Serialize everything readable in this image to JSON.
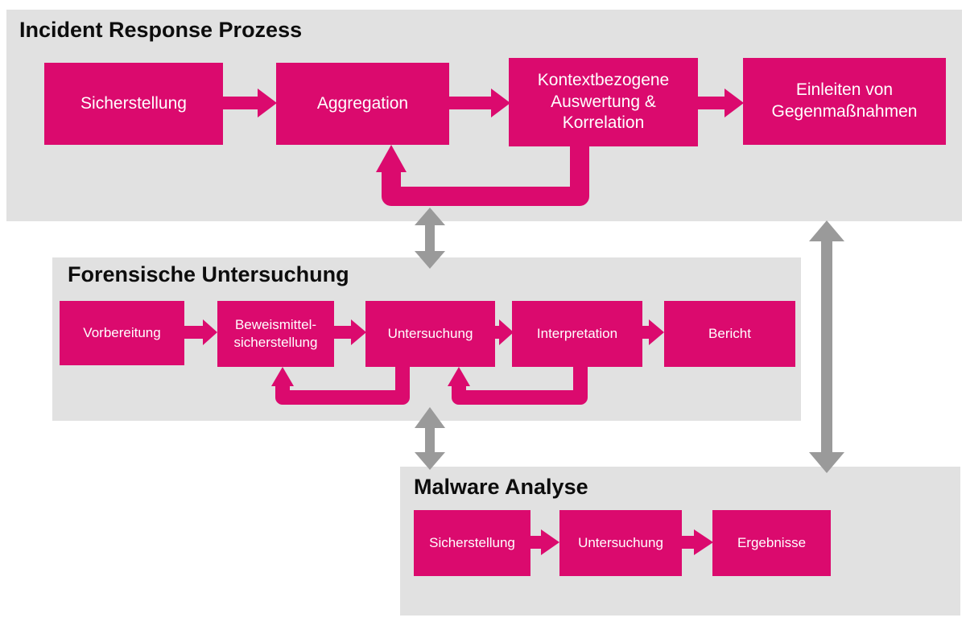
{
  "colors": {
    "box": "#db0a6e",
    "panel": "#e1e1e1",
    "connector": "#9a9a9a",
    "title_text": "#0d0d0d",
    "box_text": "#ffffff"
  },
  "incident_response": {
    "title": "Incident Response Prozess",
    "steps": [
      "Sicherstellung",
      "Aggregation",
      "Kontextbezogene\nAuswertung &\nKorrelation",
      "Einleiten von\nGegenmaßnahmen"
    ]
  },
  "forensic": {
    "title": "Forensische Untersuchung",
    "steps": [
      "Vorbereitung",
      "Beweismittel-\nsicherstellung",
      "Untersuchung",
      "Interpretation",
      "Bericht"
    ]
  },
  "malware": {
    "title": "Malware Analyse",
    "steps": [
      "Sicherstellung",
      "Untersuchung",
      "Ergebnisse"
    ]
  }
}
